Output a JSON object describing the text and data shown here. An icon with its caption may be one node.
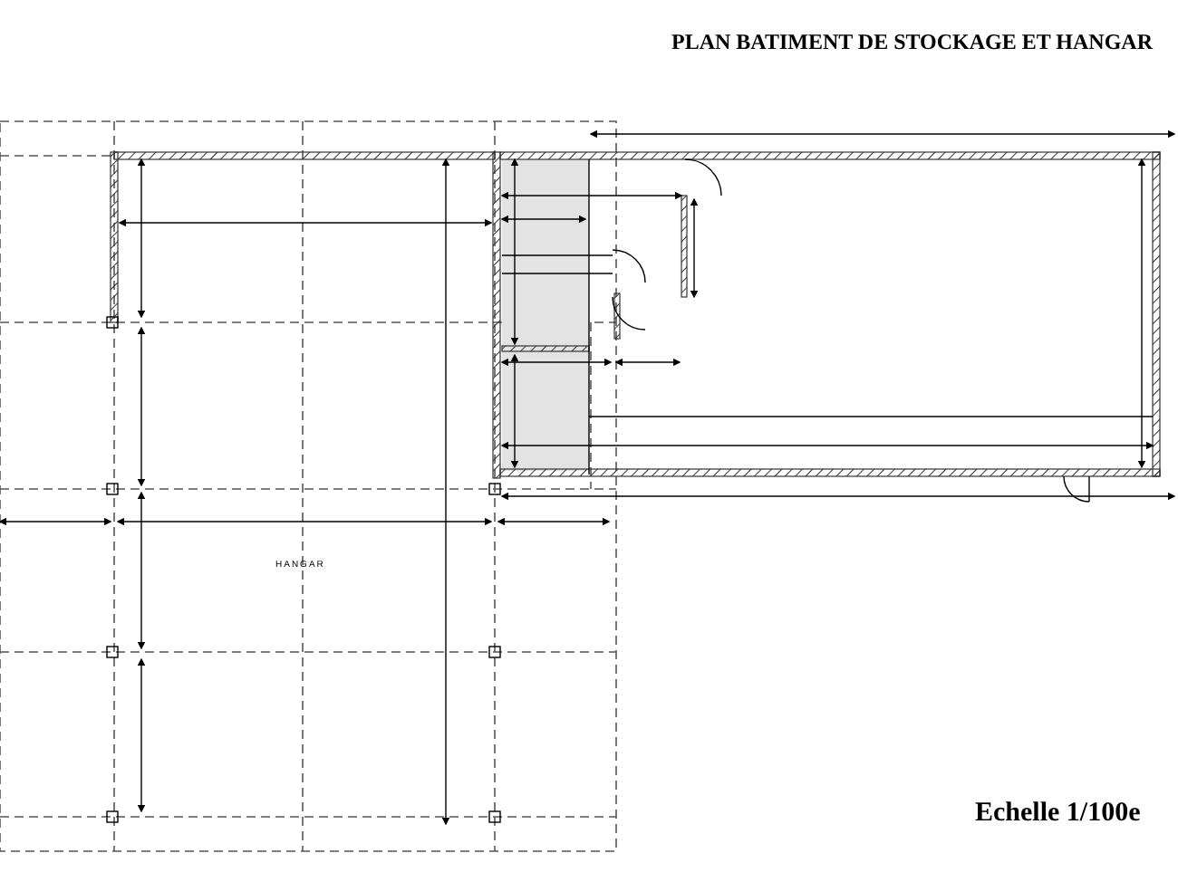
{
  "diagram": {
    "title": "PLAN BATIMENT DE STOCKAGE ET HANGAR",
    "labels": [
      "HANGAR",
      "Echelle 1/100e"
    ]
  }
}
